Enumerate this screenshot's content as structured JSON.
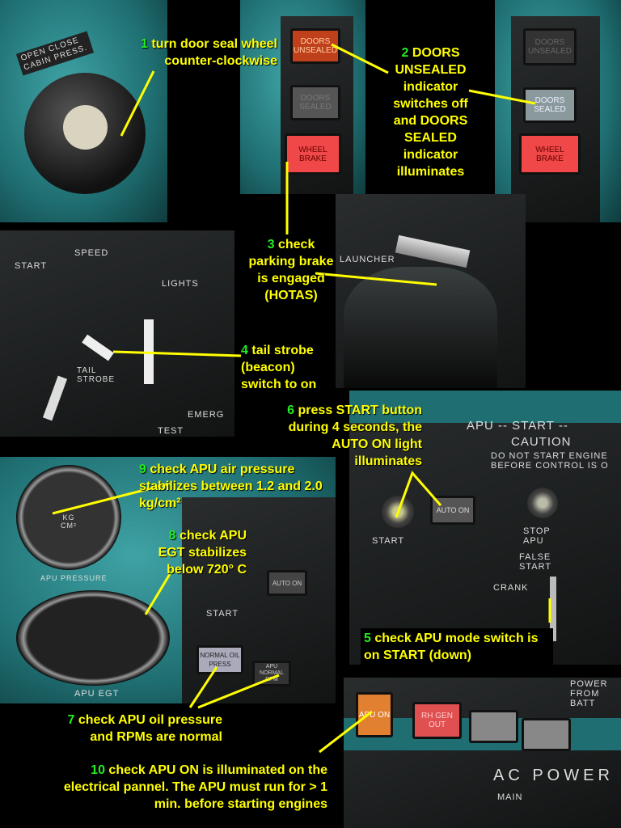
{
  "steps": [
    {
      "num": "1",
      "text": "turn door seal wheel counter-clockwise"
    },
    {
      "num": "2",
      "text": "DOORS UNSEALED indicator switches off and DOORS SEALED indicator illuminates"
    },
    {
      "num": "3",
      "text": "check parking brake is engaged (HOTAS)"
    },
    {
      "num": "4",
      "text": "tail strobe (beacon) switch to on"
    },
    {
      "num": "5",
      "text": "check APU mode switch is on START (down)"
    },
    {
      "num": "6",
      "text": "press START button during 4 seconds, the AUTO ON light illuminates"
    },
    {
      "num": "7",
      "text": "check APU oil pressure and RPMs are normal"
    },
    {
      "num": "8",
      "text": "check APU EGT stabilizes below 720° C"
    },
    {
      "num": "9",
      "text": "check APU air pressure stabilizes between 1.2 and 2.0 kg/cm²"
    },
    {
      "num": "10",
      "text": "check APU ON is illuminated on the electrical pannel. The APU must run for > 1 min. before starting engines"
    }
  ],
  "panel_labels": {
    "cabin_press": "OPEN CLOSE CABIN PRESS.",
    "doors_unsealed": "DOORS UNSEALED",
    "doors_sealed": "DOORS SEALED",
    "wheel_brake": "WHEEL BRAKE",
    "launcher": "LAUNCHER",
    "start": "START",
    "speed": "SPEED",
    "lights": "LIGHTS",
    "tail_strobe": "TAIL STROBE",
    "emerg": "EMERG",
    "test": "TEST",
    "apu_start": "APU -- START --",
    "caution": "CAUTION",
    "caution_text": "DO NOT START ENGINE BEFORE CONTROL IS O",
    "auto_on": "AUTO ON",
    "stop_apu": "STOP APU",
    "false_start": "FALSE START",
    "crank": "CRANK",
    "apu_pressure": "APU PRESSURE",
    "kg_cm2": "KG CM²",
    "apu_egt": "APU EGT",
    "normal_oil_press": "NORMAL OIL PRESS",
    "apu_normal_rpm": "APU NORMAL RPM",
    "apu_on": "APU ON",
    "rh_gen_out": "RH GEN OUT",
    "ac_power": "AC POWER",
    "main": "MAIN",
    "power_from_batt": "POWER FROM BATT"
  },
  "colors": {
    "annotation": "#ffff00",
    "step_number": "#22ee22",
    "panel_teal": "#2a8a8c"
  }
}
